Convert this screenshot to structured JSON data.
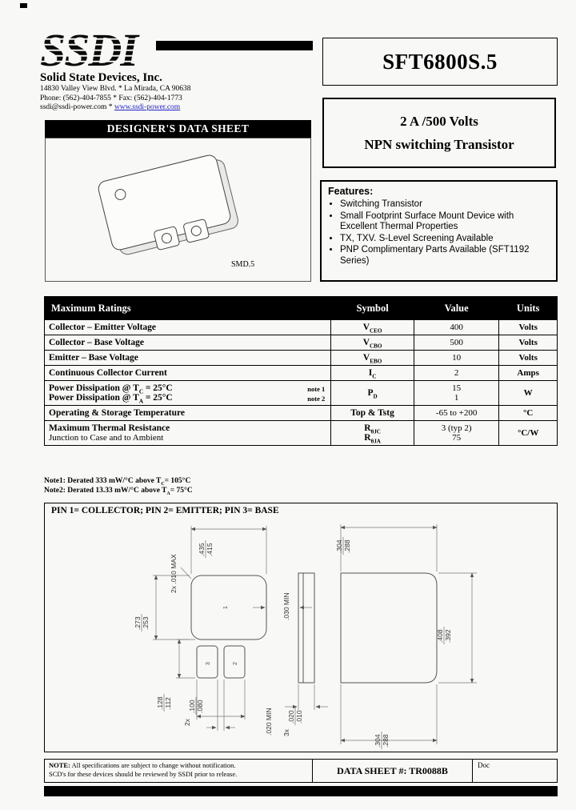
{
  "header": {
    "logo": "SSDI",
    "company": "Solid State Devices, Inc.",
    "address": "14830 Valley View Blvd.  *  La Mirada, CA 90638",
    "phone": "Phone: (562)-404-7855  *  Fax: (562)-404-1773",
    "email": "ssdi@ssdi-power.com * ",
    "website": "www.ssdi-power.com",
    "part_number": "SFT6800S.5",
    "subtitle_line1": "2 A /500 Volts",
    "subtitle_line2": "NPN switching Transistor",
    "banner": "DESIGNER'S DATA SHEET",
    "package_label": "SMD.5"
  },
  "features": {
    "title": "Features:",
    "items": [
      "Switching Transistor",
      "Small Footprint Surface Mount Device with Excellent Thermal Properties",
      "TX, TXV. S-Level Screening Available",
      "PNP Complimentary Parts Available (SFT1192 Series)"
    ]
  },
  "table": {
    "header": {
      "col1": "Maximum Ratings",
      "col2": "Symbol",
      "col3": "Value",
      "col4": "Units"
    },
    "rows": [
      {
        "label": "Collector – Emitter Voltage",
        "sym_base": "V",
        "sym_sub": "CEO",
        "value": "400",
        "units": "Volts"
      },
      {
        "label": "Collector – Base Voltage",
        "sym_base": "V",
        "sym_sub": "CBO",
        "value": "500",
        "units": "Volts"
      },
      {
        "label": "Emitter – Base Voltage",
        "sym_base": "V",
        "sym_sub": "EBO",
        "value": "10",
        "units": "Volts"
      },
      {
        "label": "Continuous Collector Current",
        "sym_base": "I",
        "sym_sub": "C",
        "value": "2",
        "units": "Amps"
      },
      {
        "label1_pre": "Power Dissipation  @ T",
        "label1_sub": "C",
        "label1_post": " = 25°C",
        "note1_ref": "note 1",
        "label2_pre": "Power Dissipation  @ T",
        "label2_sub": "A",
        "label2_post": " = 25°C",
        "note2_ref": "note 2",
        "sym_base": "P",
        "sym_sub": "D",
        "value1": "15",
        "value2": "1",
        "units": "W"
      },
      {
        "label": "Operating & Storage Temperature",
        "sym": "Top & Tstg",
        "value": "-65 to +200",
        "units": "°C"
      },
      {
        "label1": "Maximum Thermal Resistance",
        "label2": "Junction to Case and to Ambient",
        "sym1_base": "R",
        "sym1_sub": "θJC",
        "sym2_base": "R",
        "sym2_sub": "θJA",
        "value1": "3 (typ 2)",
        "value2": "75",
        "units": "°C/W"
      }
    ]
  },
  "notes": {
    "note1_label": "Note1:",
    "note1_pre": " Derated 333 mW/°C above T",
    "note1_sub": "C",
    "note1_post": "= 105°C",
    "note2_label": "Note2:",
    "note2_pre": " Derated 13.33 mW/°C above T",
    "note2_sub": "A",
    "note2_post": "= 75°C"
  },
  "drawing": {
    "pin_note": "PIN 1= COLLECTOR; PIN 2= EMITTER; PIN 3= BASE",
    "pads": {
      "pad1": "1",
      "pad2": "2",
      "pad3": "3"
    },
    "dims": {
      "a_top": ".435",
      "a_bot": ".415",
      "b_top": ".304",
      "b_bot": ".288",
      "c": "2x .010 MAX",
      "d_top": ".273",
      "d_bot": ".253",
      "e": ".030 MIN",
      "f_top": ".408",
      "f_bot": ".392",
      "g_top": ".128",
      "g_bot": ".112",
      "h_prefix": "2x",
      "h_top": ".100",
      "h_bot": ".080",
      "i": ".020 MIN",
      "j_prefix": "3x",
      "j_top": ".020",
      "j_bot": ".010",
      "k_top": ".304",
      "k_bot": ".288"
    }
  },
  "footer": {
    "note_label": "NOTE:",
    "note_line1": "  All specifications are subject to change without notification.",
    "note_line2": "SCD's for these devices should be reviewed by SSDI prior to release.",
    "datasheet_number": "DATA SHEET #: TR0088B",
    "doc": "Doc"
  },
  "colors": {
    "accent_link": "#2121c8",
    "banner_bg": "#000000"
  }
}
